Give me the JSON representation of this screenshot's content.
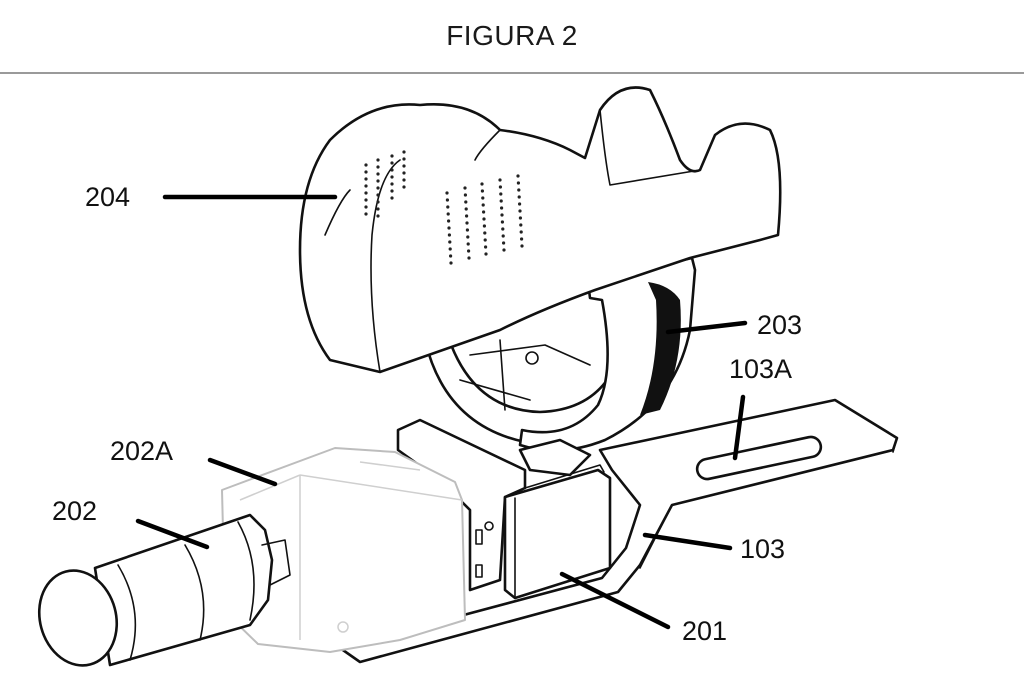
{
  "figure": {
    "title": "FIGURA 2"
  },
  "reference_numerals": {
    "r204": "204",
    "r203": "203",
    "r103a": "103A",
    "r202a": "202A",
    "r202": "202",
    "r103": "103",
    "r201": "201"
  }
}
